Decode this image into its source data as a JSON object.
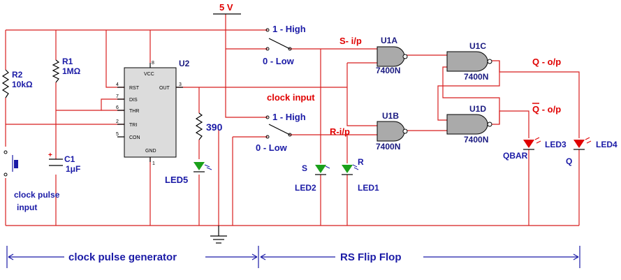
{
  "supply": {
    "label": "5 V"
  },
  "timer": {
    "ref": "U2",
    "pins": {
      "vcc": "VCC",
      "rst": "RST",
      "dis": "DIS",
      "thr": "THR",
      "tri": "TRI",
      "con": "CON",
      "out": "OUT",
      "gnd": "GND"
    },
    "pin_numbers": {
      "vcc": "8",
      "rst": "4",
      "dis": "7",
      "thr": "6",
      "tri": "2",
      "con": "5",
      "out": "3",
      "gnd": "1"
    }
  },
  "components": {
    "r1": {
      "ref": "R1",
      "value": "1MΩ"
    },
    "r2": {
      "ref": "R2",
      "value": "10kΩ"
    },
    "c1": {
      "ref": "C1",
      "value": "1μF"
    },
    "r390": {
      "value": "390"
    },
    "led5": {
      "ref": "LED5"
    },
    "led1": {
      "ref": "LED1",
      "tag": "R"
    },
    "led2": {
      "ref": "LED2",
      "tag": "S"
    },
    "led3": {
      "ref": "LED3",
      "tag": "QBAR"
    },
    "led4": {
      "ref": "LED4",
      "tag": "Q"
    }
  },
  "switches": {
    "s_high": "1 - High",
    "s_low": "0 - Low",
    "r_high": "1 - High",
    "r_low": "0 - Low"
  },
  "gates": {
    "u1a": {
      "ref": "U1A",
      "part": "7400N"
    },
    "u1b": {
      "ref": "U1B",
      "part": "7400N"
    },
    "u1c": {
      "ref": "U1C",
      "part": "7400N"
    },
    "u1d": {
      "ref": "U1D",
      "part": "7400N"
    }
  },
  "signals": {
    "s_input": "S- i/p",
    "r_input": "R-i/p",
    "clock_input": "clock input",
    "q_output": "Q - o/p",
    "qbar_output": "Q - o/p",
    "clock_pulse_input": [
      "clock pulse",
      "input"
    ]
  },
  "sections": {
    "left": "clock pulse generator",
    "right": "RS Flip Flop"
  },
  "colors": {
    "wire": "#d81f1f",
    "label_blue": "#1a1aa6",
    "label_red": "#e00000",
    "led_green": "#1aa01a",
    "led_red": "#e00000",
    "chip_fill": "#dcdcdc",
    "gate_fill": "#aaaaaa"
  }
}
